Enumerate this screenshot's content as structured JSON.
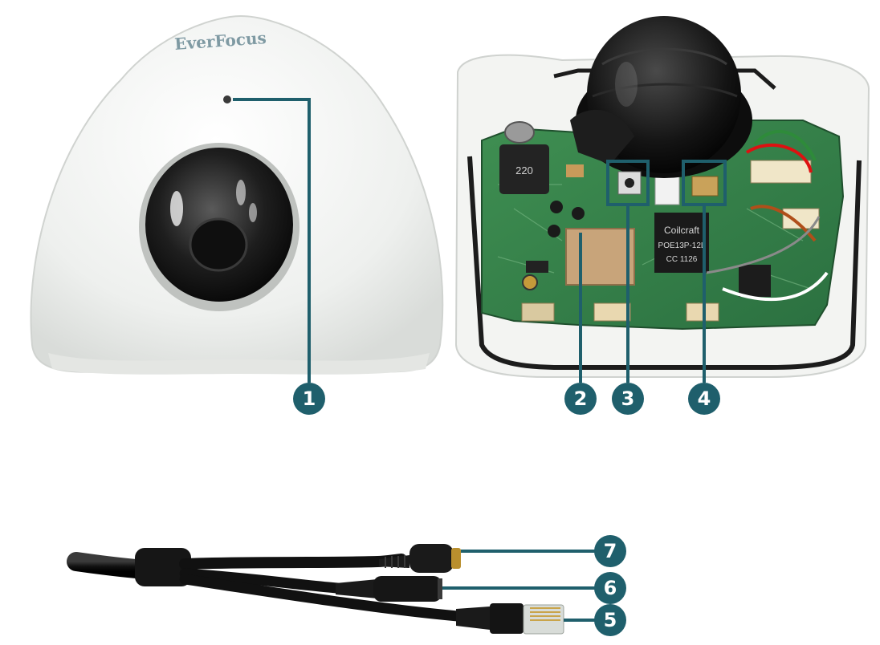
{
  "callout_color": "#1f5f6c",
  "brand": {
    "logo_text": "EverFocus"
  },
  "board": {
    "inductor_text": "220",
    "transformer_text": [
      "Coilcraft",
      "POE13P-12L",
      "CC 1126"
    ]
  },
  "callouts": {
    "c1": "1",
    "c2": "2",
    "c3": "3",
    "c4": "4",
    "c5": "5",
    "c6": "6",
    "c7": "7"
  }
}
